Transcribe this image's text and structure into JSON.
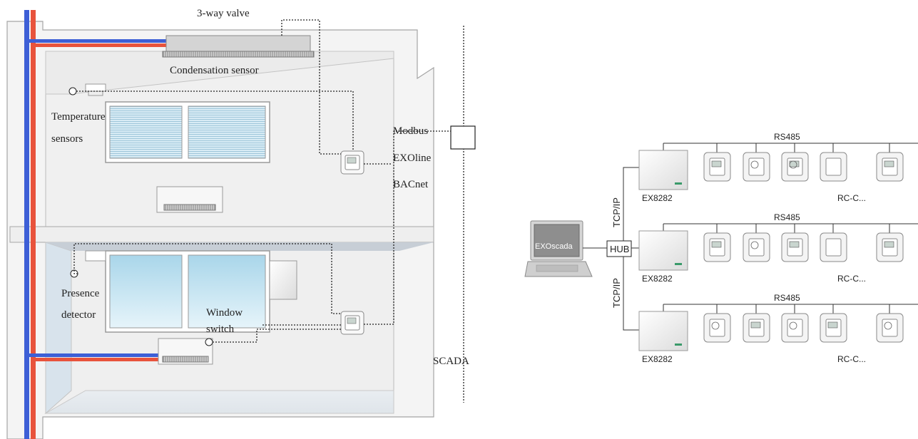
{
  "building": {
    "labels": {
      "valve": "3-way valve",
      "condensation": "Condensation sensor",
      "temperature_1": "Temperature",
      "temperature_2": "sensors",
      "presence_1": "Presence",
      "presence_2": "detector",
      "window_1": "Window",
      "window_2": "switch",
      "scada": "SCADA"
    },
    "protocols": [
      "Modbus",
      "EXOline",
      "BACnet"
    ]
  },
  "network": {
    "pc_label": "EXOscada",
    "hub_label": "HUB",
    "links": [
      "TCP/IP",
      "TCP/IP"
    ],
    "rows": [
      {
        "bus": "RS485",
        "controller": "EX8282",
        "unit_label": "RC-C...",
        "units": [
          "display",
          "dial",
          "dial-display",
          "blank",
          "display"
        ]
      },
      {
        "bus": "RS485",
        "controller": "EX8282",
        "unit_label": "RC-C...",
        "units": [
          "display",
          "dial",
          "display",
          "blank",
          "display"
        ]
      },
      {
        "bus": "RS485",
        "controller": "EX8282",
        "unit_label": "RC-C...",
        "units": [
          "dial",
          "display",
          "dial",
          "display",
          "dial"
        ]
      }
    ]
  },
  "colors": {
    "supply_pipe": "#e8533c",
    "return_pipe": "#3d5fd6",
    "wall": "#f3f3f3",
    "outline": "#9a9a9a",
    "window_glass": "#c9e6f3"
  }
}
